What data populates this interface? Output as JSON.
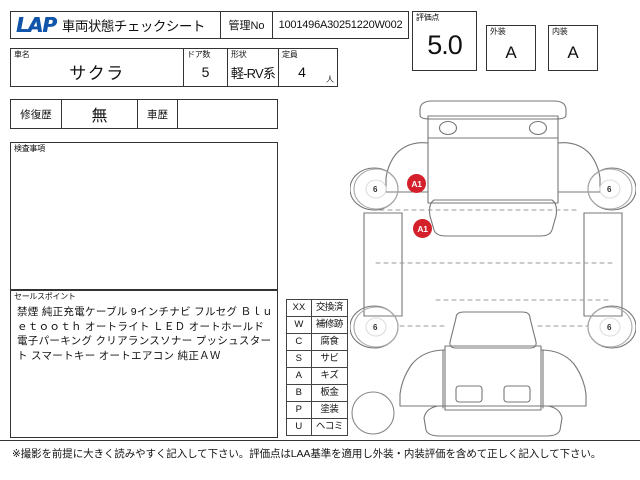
{
  "header": {
    "logo_text": "LAP",
    "sheet_title": "車両状態チェックシート",
    "mgmt_no_label": "管理No",
    "mgmt_no_value": "1001496A30251220W002",
    "score_label": "評価点",
    "score_value": "5.0",
    "exterior_label": "外装",
    "exterior_grade": "A",
    "interior_label": "内装",
    "interior_grade": "A"
  },
  "vehicle": {
    "name_label": "車名",
    "name_value": "サクラ",
    "doors_label": "ドア数",
    "doors_value": "5",
    "shape_label": "形状",
    "shape_value": "軽-RV系",
    "seats_label": "定員",
    "seats_value": "4",
    "seats_unit": "人"
  },
  "history": {
    "repair_label": "修復歴",
    "repair_value": "無",
    "car_history_label": "車歴",
    "car_history_value": ""
  },
  "inspection": {
    "label": "検査事項",
    "body": ""
  },
  "sales_point": {
    "label": "セールスポイント",
    "body": "禁煙 純正充電ケーブル 9インチナビ フルセグ Ｂｌｕｅｔｏｏｔｈ オートライト ＬＥＤ オートホールド 電子パーキング クリアランスソナー プッシュスタート スマートキー オートエアコン 純正ＡＷ"
  },
  "legend": {
    "rows": [
      {
        "code": "XX",
        "desc": "交換済"
      },
      {
        "code": "W",
        "desc": "補修跡"
      },
      {
        "code": "C",
        "desc": "腐食"
      },
      {
        "code": "S",
        "desc": "サビ"
      },
      {
        "code": "A",
        "desc": "キズ"
      },
      {
        "code": "B",
        "desc": "板金"
      },
      {
        "code": "P",
        "desc": "塗装"
      },
      {
        "code": "U",
        "desc": "ヘコミ"
      }
    ]
  },
  "diagram": {
    "wheels": [
      {
        "position": "rear-left",
        "value": "6"
      },
      {
        "position": "rear-right",
        "value": "6"
      },
      {
        "position": "front-left",
        "value": "6"
      },
      {
        "position": "front-right",
        "value": "6"
      }
    ],
    "markers": [
      {
        "code": "A1",
        "position": "left-rear-quarter"
      },
      {
        "code": "A1",
        "position": "left-side-door"
      }
    ],
    "spare_tire_value": ""
  },
  "footer": {
    "note": "※撮影を前提に大きく読みやすく記入して下さい。評価点はLAA基準を適用し外装・内装評価を含めて正しく記入して下さい。"
  },
  "colors": {
    "logo": "#1155aa",
    "marker": "#d3202a",
    "line": "#333333"
  }
}
